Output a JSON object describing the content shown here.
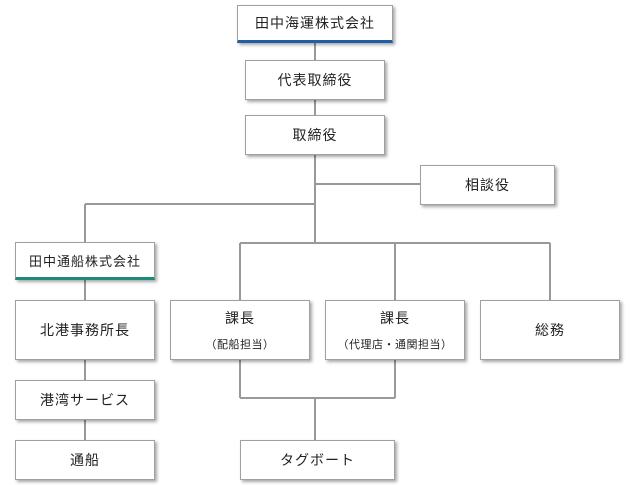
{
  "org": {
    "parent_company": "田中海運株式会社",
    "representative": "代表取締役",
    "director": "取締役",
    "advisor": "相談役",
    "sub_company": "田中通船株式会社",
    "branch_manager": "北港事務所長",
    "port_service": "港湾サービス",
    "tender_boat": "通船",
    "section_chief_1": {
      "title": "課長",
      "note": "（配船担当）"
    },
    "section_chief_2": {
      "title": "課長",
      "note": "（代理店・通関担当）"
    },
    "general_affairs": "総務",
    "tugboat": "タグボート"
  },
  "colors": {
    "line": "#999999",
    "parent_accent": "#1f5fa8",
    "sub_accent": "#1e8a7a"
  }
}
